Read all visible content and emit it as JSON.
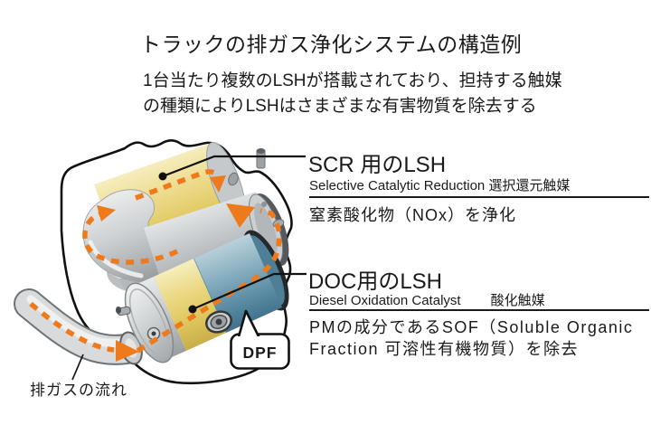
{
  "header": {
    "title": "トラックの排ガス浄化システムの構造例",
    "subtitle_line1": "1台当たり複数のLSHが搭載されており、担持する触媒",
    "subtitle_line2": "の種類によりLSHはさまざまな有害物質を除去する"
  },
  "scr": {
    "heading": "SCR 用のLSH",
    "subheading": "Selective Catalytic Reduction 選択還元触媒",
    "description": "窒素酸化物（NOx）を浄化"
  },
  "doc": {
    "heading": "DOC用のLSH",
    "subheading_en": "Diesel Oxidation Catalyst",
    "subheading_jp": "酸化触媒",
    "description_line1": "PMの成分であるSOF（Soluble Organic",
    "description_line2": "Fraction 可溶性有機物質）を除去"
  },
  "diagram": {
    "dpf_label": "DPF",
    "exhaust_flow_label": "排ガスの流れ"
  },
  "colors": {
    "flow_orange": "#EE7A1C",
    "catalyst_yellow": "#E7D275",
    "dpf_blue": "#6FA3BB",
    "metal_gray": "#C3C6C8",
    "outline_black": "#1A1A1A"
  }
}
